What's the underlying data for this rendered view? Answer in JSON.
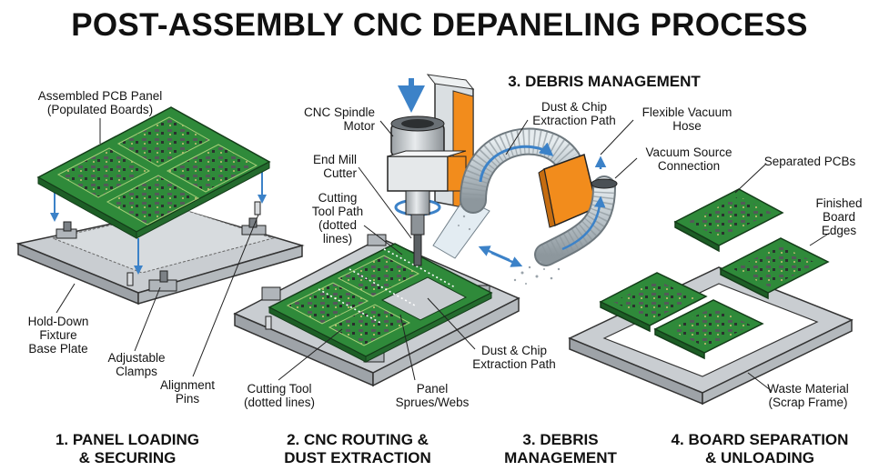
{
  "title": "POST-ASSEMBLY CNC DEPANELING PROCESS",
  "colors": {
    "pcb_green": "#2f8a3a",
    "pcb_dark": "#1d5e26",
    "fixture_gray": "#c9cdd1",
    "accent_orange": "#f28c1c",
    "flow_blue": "#3c82c8",
    "hose_gray": "#b8c2c8"
  },
  "steps": [
    {
      "caption": "1. PANEL LOADING\n& SECURING"
    },
    {
      "caption": "2. CNC ROUTING &\nDUST EXTRACTION"
    },
    {
      "caption": "3. DEBRIS\nMANAGEMENT"
    },
    {
      "caption": "4. BOARD SEPARATION\n& UNLOADING"
    }
  ],
  "section_header": "3. DEBRIS MANAGEMENT",
  "labels": {
    "assembled_panel": "Assembled PCB Panel\n(Populated Boards)",
    "base_plate": "Hold-Down\nFixture\nBase Plate",
    "clamps": "Adjustable\nClamps",
    "pins": "Alignment\nPins",
    "spindle": "CNC Spindle\nMotor",
    "end_mill": "End Mill\nCutter",
    "tool_path": "Cutting\nTool Path\n(dotted\nlines)",
    "cutting_tool": "Cutting Tool\n(dotted lines)",
    "sprues": "Panel\nSprues/Webs",
    "dust_bottom": "Dust & Chip\nExtraction Path",
    "dust_top": "Dust & Chip\nExtraction Path",
    "vac_hose": "Flexible Vacuum\nHose",
    "vac_source": "Vacuum Source\nConnection",
    "separated": "Separated PCBs",
    "finished_edges": "Finished\nBoard\nEdges",
    "waste": "Waste Material\n(Scrap Frame)"
  },
  "icons": [
    "down-arrow-icon",
    "bidirectional-arrow-icon",
    "airflow-arrow-icon"
  ]
}
